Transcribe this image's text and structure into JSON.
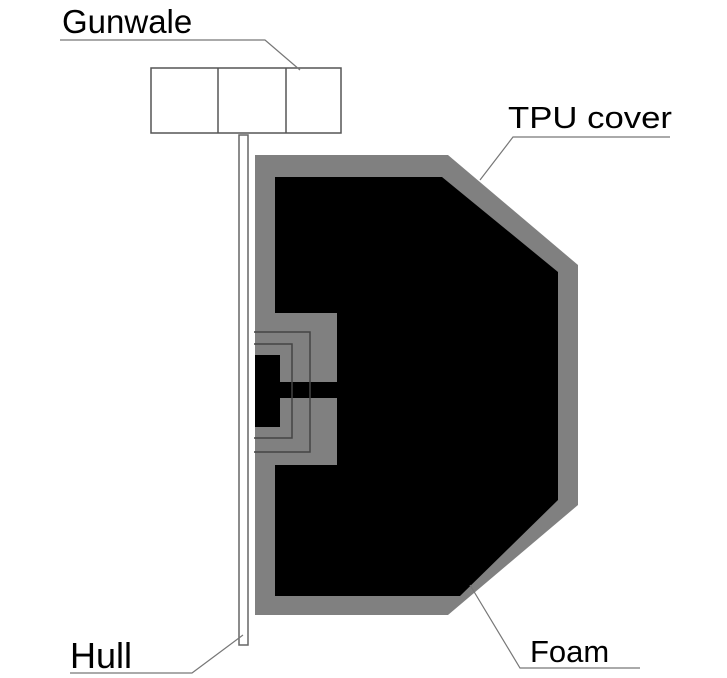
{
  "diagram": {
    "labels": {
      "gunwale": "Gunwale",
      "tpu_cover": "TPU cover",
      "foam": "Foam",
      "hull": "Hull"
    },
    "colors": {
      "foam": "#000000",
      "cover": "#808080",
      "outline": "#555555",
      "leader": "#777777"
    }
  }
}
